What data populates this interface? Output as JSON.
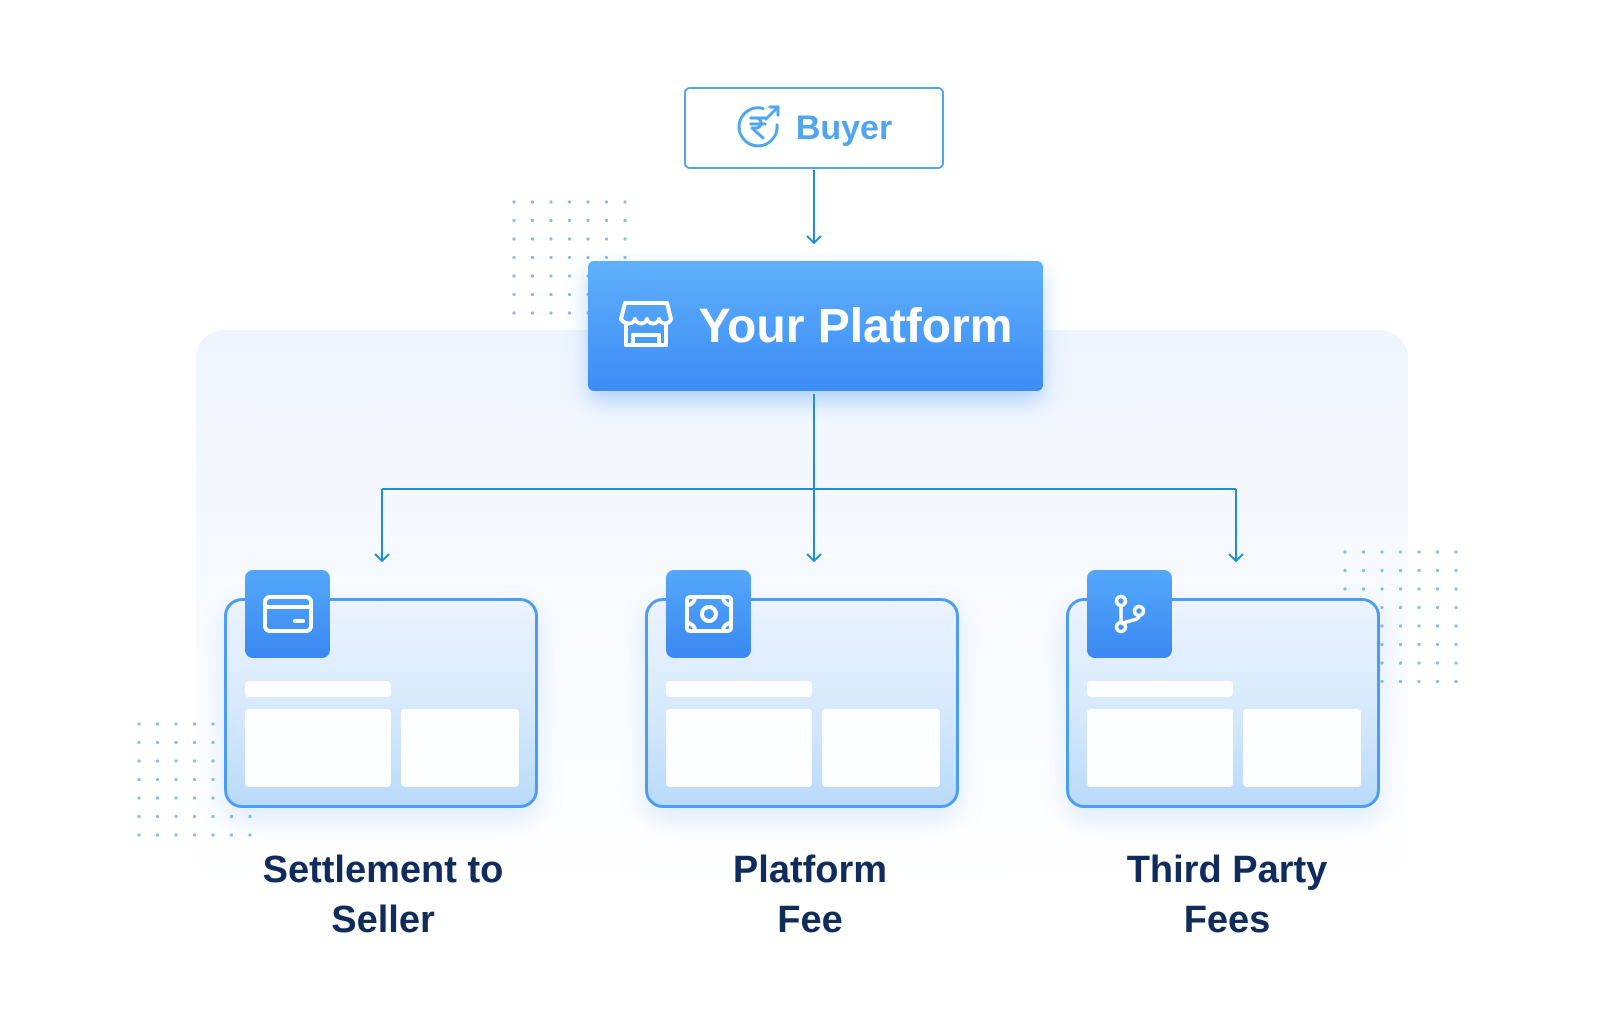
{
  "buyer": {
    "label": "Buyer",
    "icon": "rupee-return-icon",
    "color": "#4fa6ee"
  },
  "platform": {
    "label": "Your Platform",
    "icon": "storefront-icon"
  },
  "destinations": [
    {
      "label_line1": "Settlement to",
      "label_line2": "Seller",
      "icon": "credit-card-icon"
    },
    {
      "label_line1": "Platform",
      "label_line2": "Fee",
      "icon": "banknote-icon"
    },
    {
      "label_line1": "Third Party",
      "label_line2": "Fees",
      "icon": "branch-icon"
    }
  ],
  "colors": {
    "accent": "#3c8cf6",
    "connector": "#1c8fd8",
    "label_text": "#0f2c5c"
  }
}
